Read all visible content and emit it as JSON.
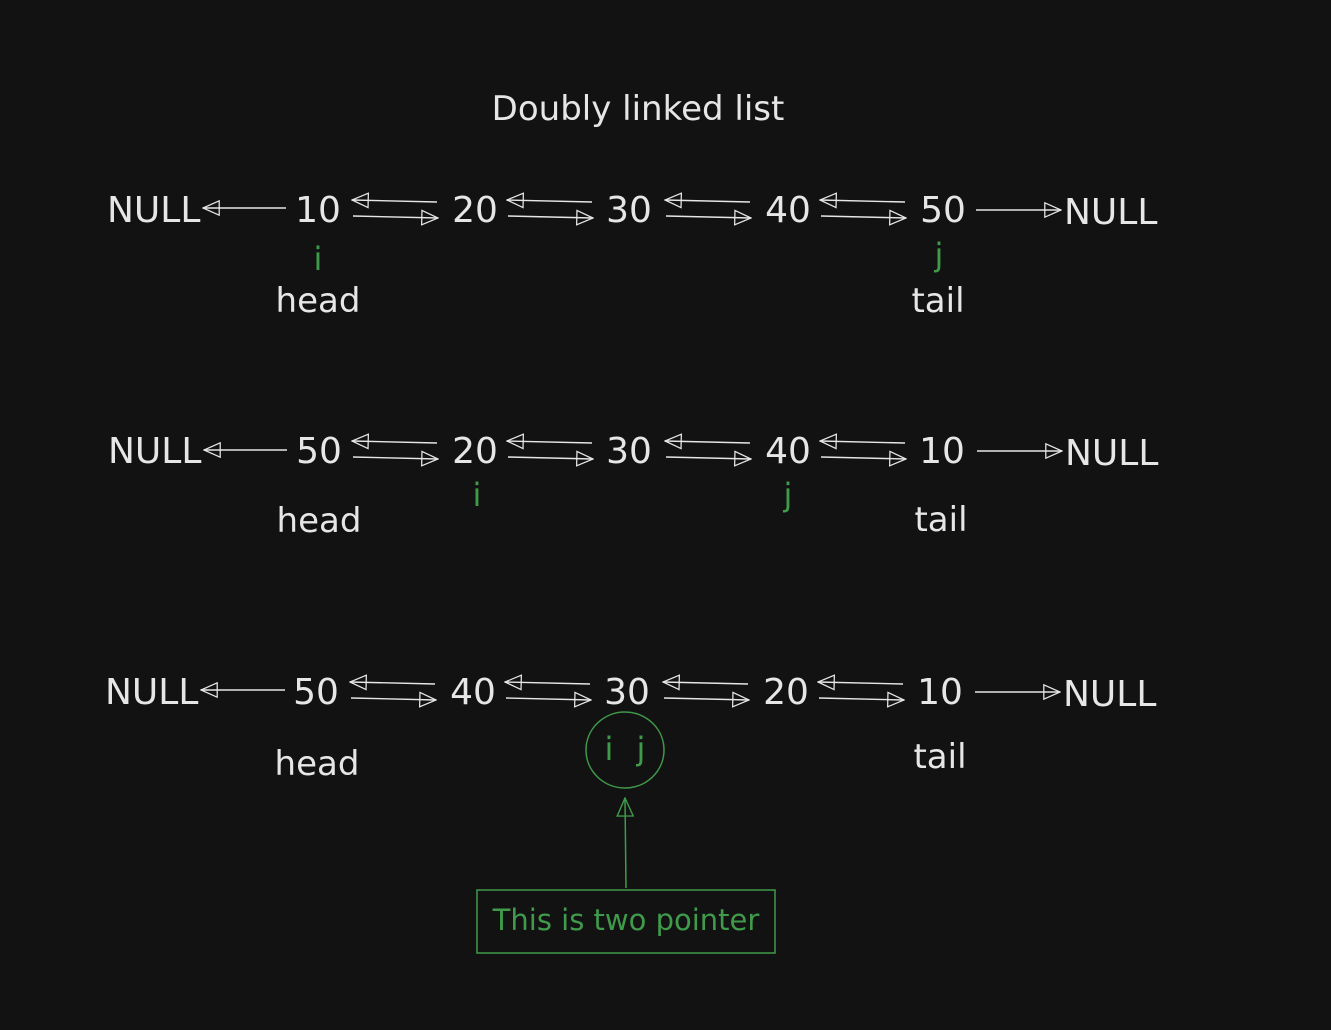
{
  "title": "Doubly linked list",
  "null_label": "NULL",
  "head_label": "head",
  "tail_label": "tail",
  "i_label": "i",
  "j_label": "j",
  "callout_text": "This is two pointer",
  "rows": [
    {
      "nodes": [
        "10",
        "20",
        "30",
        "40",
        "50"
      ]
    },
    {
      "nodes": [
        "50",
        "20",
        "30",
        "40",
        "10"
      ]
    },
    {
      "nodes": [
        "50",
        "40",
        "30",
        "20",
        "10"
      ]
    }
  ],
  "colors": {
    "background": "#121212",
    "text": "#e6e6e6",
    "accent": "#3f9a4a"
  }
}
